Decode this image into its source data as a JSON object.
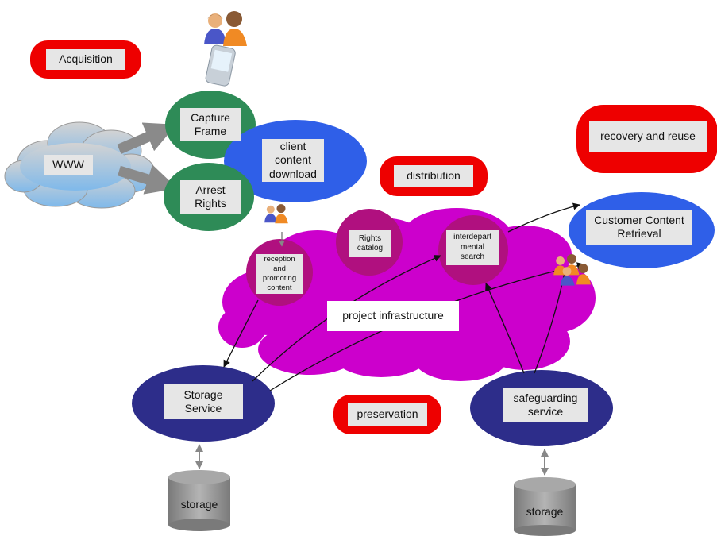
{
  "phases": {
    "acquisition": "Acquisition",
    "distribution": "distribution",
    "recovery": "recovery and reuse",
    "preservation": "preservation"
  },
  "nodes": {
    "www": "WWW",
    "capture_frame": "Capture\nFrame",
    "arrest_rights": "Arrest\nRights",
    "client_download": "client\ncontent\ndownload",
    "reception": "reception\nand\npromoting\ncontent",
    "rights_catalog": "Rights\ncatalog",
    "interdepartmental_search": "interdepart\nmental\nsearch",
    "project_infrastructure": "project infrastructure",
    "customer_retrieval": "Customer Content\nRetrieval",
    "storage_service": "Storage\nService",
    "safeguarding_service": "safeguarding\nservice",
    "storage_left": "storage",
    "storage_right": "storage"
  },
  "colors": {
    "phase_red": "#ee0000",
    "process_green": "#2e8b57",
    "client_blue": "#2f5fe8",
    "infrastructure_magenta": "#cc00cc",
    "subprocess_purple": "#b0107f",
    "service_navy": "#2d2d8a",
    "storage_gray": "#8c8c8c",
    "www_cloud_blue": "#9ec9ec"
  },
  "icons": [
    "people-icon",
    "mobile-device-icon"
  ]
}
